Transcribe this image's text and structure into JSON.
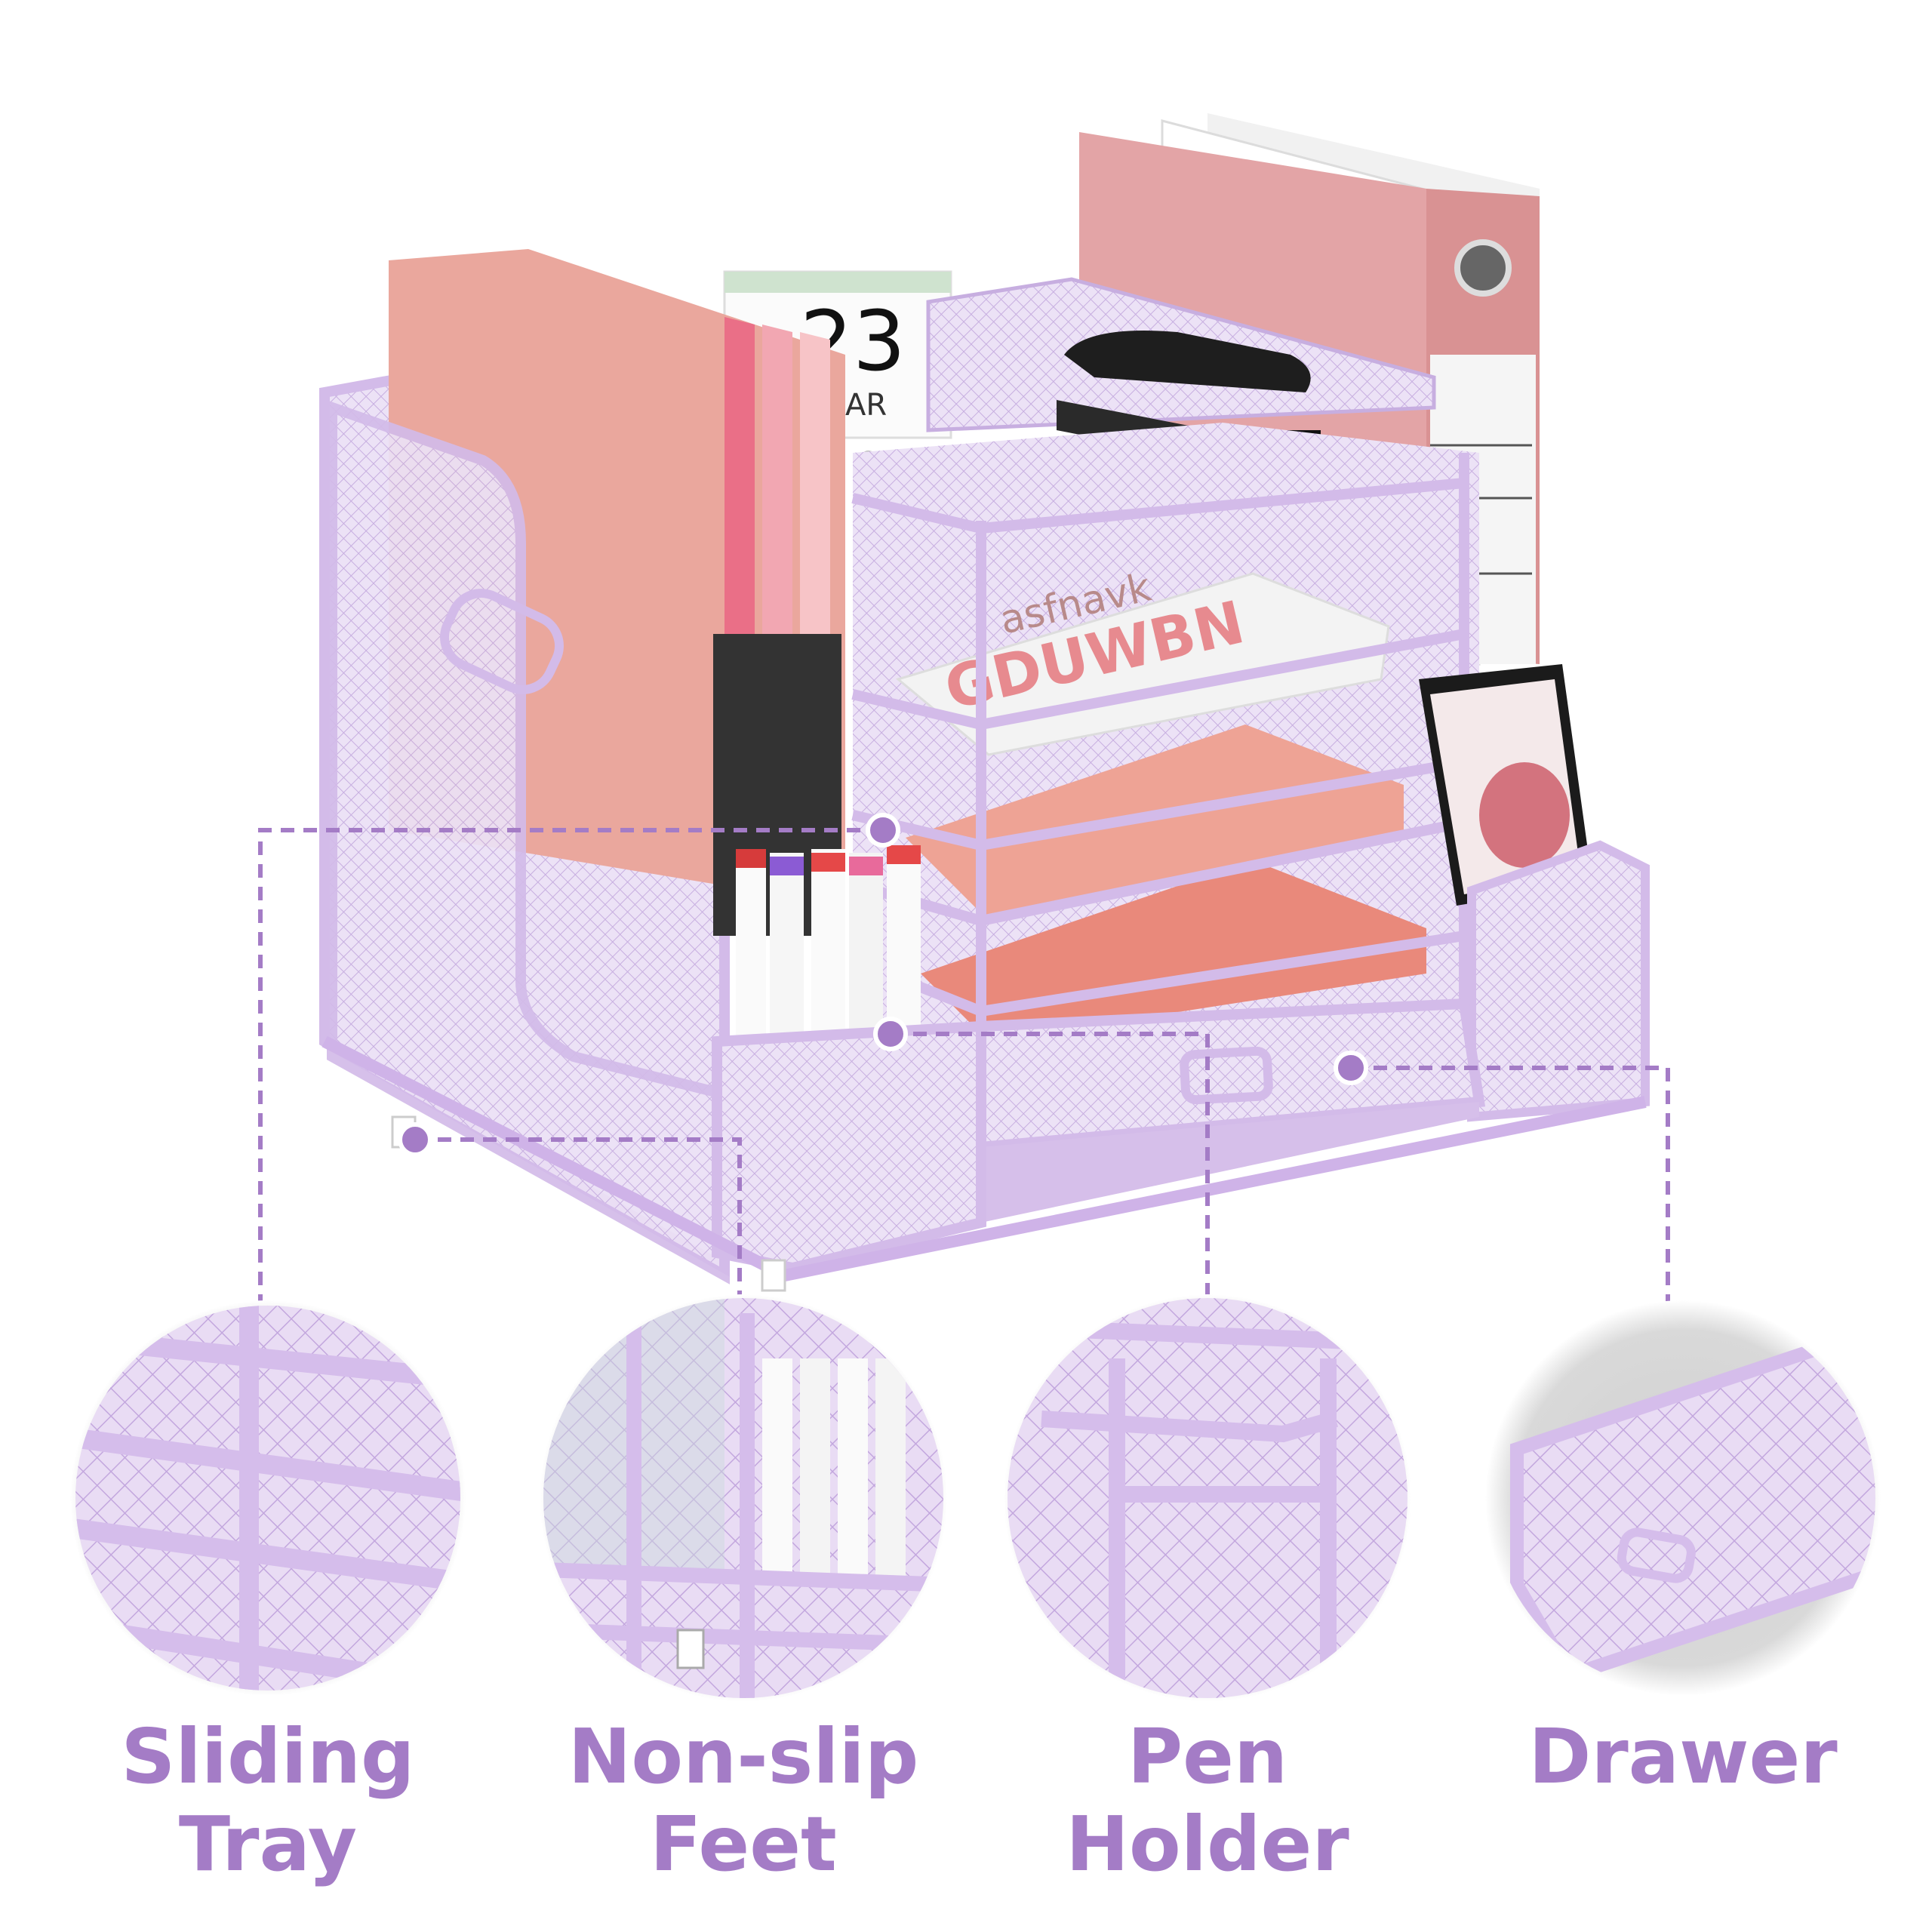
{
  "colors": {
    "accent": "#a47cc6",
    "frame": "#d6bfea",
    "frame_dark": "#b89ad6",
    "mesh": "#e6d8f3",
    "binder": "#e3a4a6",
    "folder": "#eca89a"
  },
  "product_prints": {
    "calendar_digits": "23",
    "calendar_word": "AR",
    "notebook_script": "asfnavk",
    "notebook_title": "GDUWBN"
  },
  "features": [
    {
      "label_line1": "Sliding",
      "label_line2": "Tray",
      "icon": "sliding-tray-closeup"
    },
    {
      "label_line1": "Non-slip",
      "label_line2": "Feet",
      "icon": "non-slip-feet-closeup"
    },
    {
      "label_line1": "Pen",
      "label_line2": "Holder",
      "icon": "pen-holder-closeup"
    },
    {
      "label_line1": "Drawer",
      "label_line2": "",
      "icon": "drawer-closeup"
    }
  ]
}
